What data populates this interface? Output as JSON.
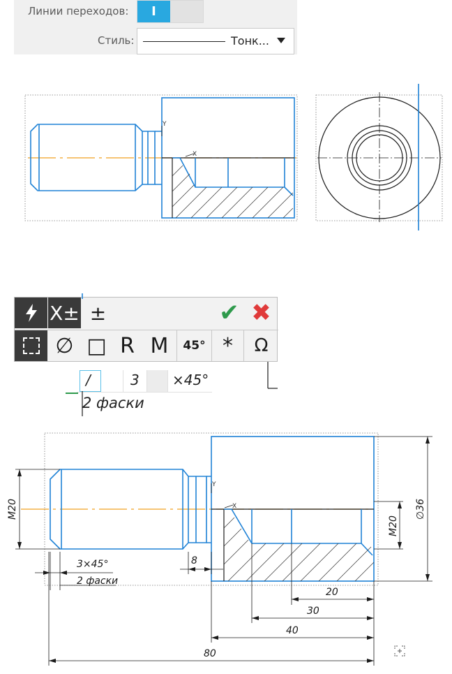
{
  "properties": {
    "transition_lines_label": "Линии переходов:",
    "transition_lines_on_symbol": "I",
    "style_label": "Стиль:",
    "style_value": "Тонк..."
  },
  "toolbar": {
    "row1": [
      {
        "name": "auto-button",
        "icon": "lightning-icon",
        "text": ""
      },
      {
        "name": "tolerance-x-button",
        "icon": "x-plusminus-icon",
        "text": "X±"
      },
      {
        "name": "plus-minus-button",
        "icon": "plus-minus-icon",
        "text": "±"
      }
    ],
    "ok_icon": "checkmark-icon",
    "cancel_icon": "close-icon",
    "row2": [
      {
        "name": "frame-button",
        "icon": "dashed-frame-icon",
        "text": ""
      },
      {
        "name": "diameter-button",
        "icon": "diameter-icon",
        "text": "∅"
      },
      {
        "name": "square-button",
        "icon": "square-icon",
        "text": "□"
      },
      {
        "name": "radius-button",
        "icon": "radius-icon",
        "text": "R"
      },
      {
        "name": "metric-button",
        "icon": "metric-icon",
        "text": "M"
      },
      {
        "name": "chamfer-button",
        "icon": "chamfer-icon",
        "text": "45°"
      },
      {
        "name": "star-button",
        "icon": "star-icon",
        "text": "*"
      },
      {
        "name": "symbol-button",
        "icon": "omega-icon",
        "text": "Ω"
      }
    ]
  },
  "dimension_input": {
    "field1": "/",
    "field2": "3",
    "field3": "",
    "field4": "×45°",
    "caption": "2 фаски"
  },
  "drawing_labels": {
    "y_axis": "Y",
    "x_axis": "X",
    "chamfer_dim": "3×45°",
    "chamfer_count": "2 фаски",
    "m20_left": "M20",
    "m20_right": "M20",
    "diameter": "∅36",
    "dim_8": "8",
    "dim_20": "20",
    "dim_30": "30",
    "dim_40": "40",
    "dim_80": "80"
  },
  "colors": {
    "accent": "#29a8e0",
    "part_outline": "#1f82d6",
    "axis_line": "#f0a020",
    "ok": "#2e9a4c",
    "cancel": "#e03a3a"
  }
}
